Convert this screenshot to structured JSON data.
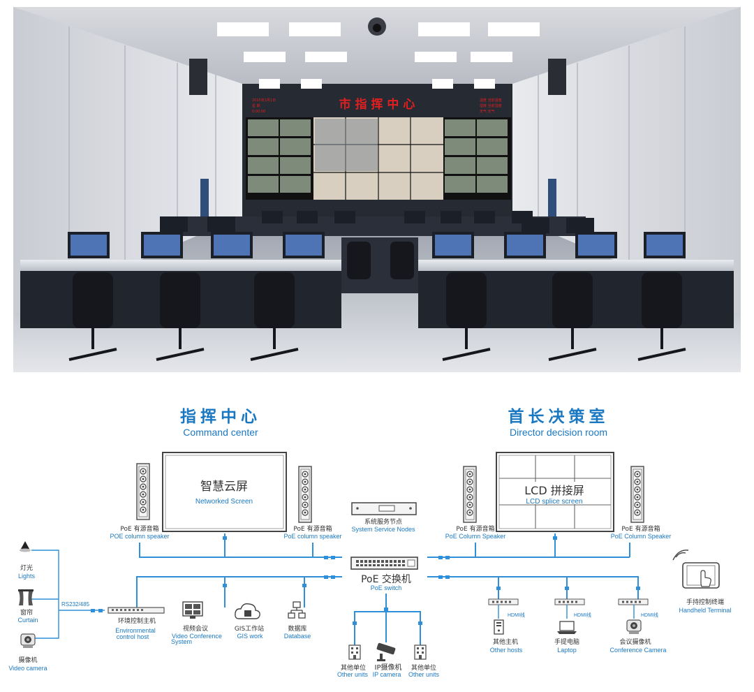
{
  "photo": {
    "banner_text": "市 指 挥 中 心",
    "wall_left_text": [
      "2015年1月1日",
      "星 期",
      "0:00:00"
    ],
    "wall_right_text": [
      "温度 当前温度",
      "湿度 当前湿度",
      "天气 天气"
    ]
  },
  "diagram": {
    "command_center": {
      "title_cn": "指挥中心",
      "title_en": "Command center"
    },
    "director_room": {
      "title_cn": "首长决策室",
      "title_en": "Director decision room"
    },
    "networked_screen": {
      "cn": "智慧云屏",
      "en": "Networked Screen"
    },
    "lcd_screen": {
      "cn": "LCD 拼接屏",
      "en": "LCD splice screen"
    },
    "speaker_left_1": {
      "cn": "PoE 有源音箱",
      "en": "POE column speaker"
    },
    "speaker_left_2": {
      "cn": "PoE 有源音箱",
      "en": "PoE column speaker"
    },
    "speaker_right_1": {
      "cn": "PoE 有源音箱",
      "en": "PoE Column Speaker"
    },
    "speaker_right_2": {
      "cn": "PoE 有源音箱",
      "en": "PoE Column Speaker"
    },
    "service_node": {
      "cn": "系统服务节点",
      "en": "System Service Nodes"
    },
    "poe_switch": {
      "cn": "PoE 交换机",
      "en": "PoE switch"
    },
    "lights": {
      "cn": "灯光",
      "en": "Lights"
    },
    "curtain": {
      "cn": "窗帘",
      "en": "Curtain"
    },
    "video_camera": {
      "cn": "摄像机",
      "en": "Video camera"
    },
    "rs_label": "RS232/485",
    "env_host": {
      "cn": "环境控制主机",
      "en1": "Environmental",
      "en2": "control host"
    },
    "video_conf": {
      "cn": "视频会议",
      "en1": "Video Conference",
      "en2": "System"
    },
    "gis": {
      "cn": "GIS工作站",
      "en": "GIS work"
    },
    "database": {
      "cn": "数据库",
      "en": "Database"
    },
    "other_units_1": {
      "cn": "其他单位",
      "en": "Other units"
    },
    "ip_camera": {
      "cn": "IP摄像机",
      "en": "IP camera"
    },
    "other_units_2": {
      "cn": "其他单位",
      "en": "Other units"
    },
    "other_hosts": {
      "cn": "其他主机",
      "en": "Other hosts"
    },
    "laptop": {
      "cn": "手提电脑",
      "en": "Laptop"
    },
    "conf_camera": {
      "cn": "会议摄像机",
      "en": "Conference Camera"
    },
    "handheld": {
      "cn": "手持控制终端",
      "en": "Handheld Terminal"
    },
    "hdmi_label": "HDMI线"
  },
  "colors": {
    "accent": "#1a78c2",
    "wire": "#2f8fd8",
    "banner": "#e02020"
  }
}
